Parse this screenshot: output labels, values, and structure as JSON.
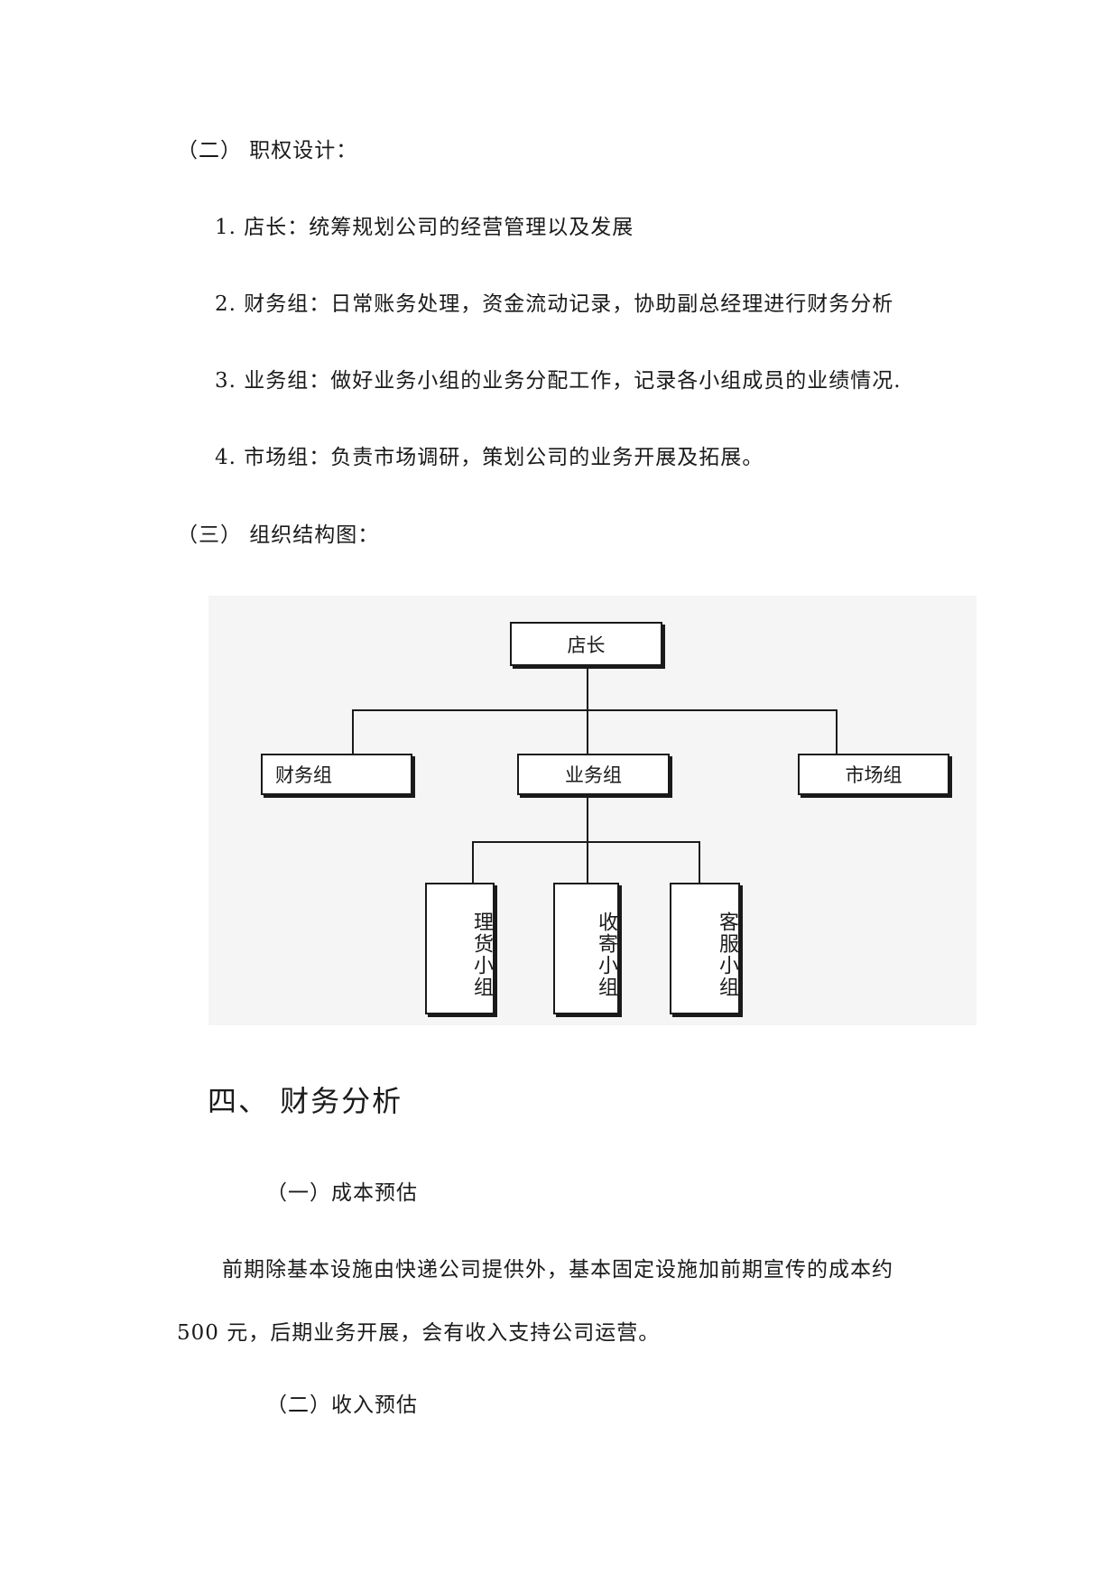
{
  "section_2_heading": "（二）  职权设计：",
  "duties": [
    "1. 店长：统筹规划公司的经营管理以及发展",
    "2. 财务组：日常账务处理，资金流动记录，协助副总经理进行财务分析",
    "3. 业务组：做好业务小组的业务分配工作，记录各小组成员的业绩情况.",
    "4. 市场组：负责市场调研，策划公司的业务开展及拓展。"
  ],
  "section_3_heading": "（三）  组织结构图：",
  "org_chart": {
    "root": "店长",
    "level2": [
      "财务组",
      "业务组",
      "市场组"
    ],
    "level3": [
      "理货小组",
      "收寄小组",
      "客服小组"
    ]
  },
  "chapter_4_heading": "四、 财务分析",
  "cost_heading": "（一）成本预估",
  "cost_paragraph_line1": "前期除基本设施由快递公司提供外，基本固定设施加前期宣传的成本约",
  "cost_paragraph_line2": "500 元，后期业务开展，会有收入支持公司运营。",
  "income_heading": "（二）收入预估"
}
